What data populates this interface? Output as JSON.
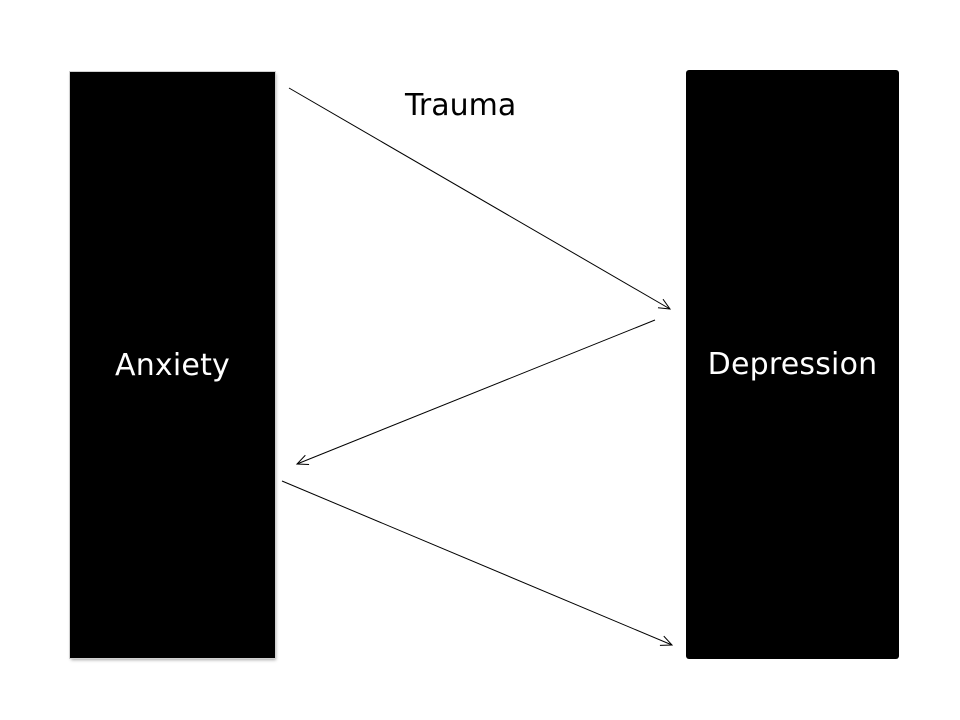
{
  "diagram": {
    "nodes": {
      "left": {
        "label": "Anxiety"
      },
      "right": {
        "label": "Depression"
      }
    },
    "edge_label": "Trauma",
    "edges": [
      {
        "from": "left",
        "to": "right"
      },
      {
        "from": "right",
        "to": "left"
      },
      {
        "from": "left",
        "to": "right"
      }
    ],
    "colors": {
      "box_fill": "#000000",
      "box_text": "#ffffff",
      "line": "#000000",
      "background": "#ffffff"
    }
  }
}
